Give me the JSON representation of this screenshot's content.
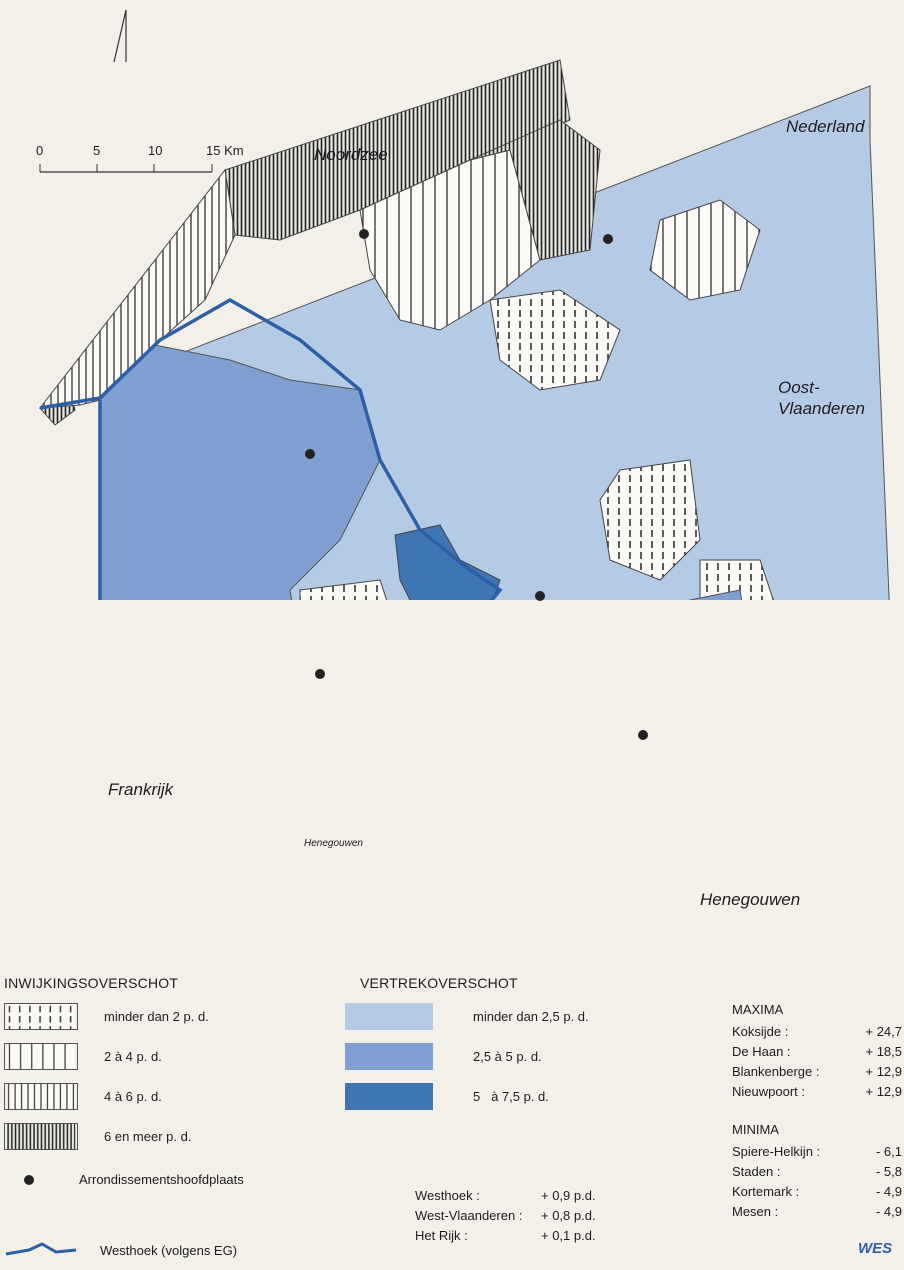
{
  "labels": {
    "noordzee": "Noordzee",
    "nederland": "Nederland",
    "oost_vlaanderen_1": "Oost-",
    "oost_vlaanderen_2": "Vlaanderen",
    "frankrijk": "Frankrijk",
    "henegouwen_small": "Henegouwen",
    "henegouwen": "Henegouwen"
  },
  "scale": {
    "ticks": [
      "0",
      "5",
      "10",
      "15 Km"
    ]
  },
  "legend": {
    "inwijking_title": "INWIJKINGSOVERSCHOT",
    "inwijking_items": [
      "minder dan 2 p. d.",
      "2 à 4 p. d.",
      "4 à 6 p. d.",
      "6 en meer p. d."
    ],
    "vertrek_title": "VERTREKOVERSCHOT",
    "vertrek_items": [
      "minder dan 2,5 p. d.",
      "2,5 à 5 p. d.",
      "5   à 7,5 p. d."
    ],
    "arrondissement": "Arrondissementshoofdplaats",
    "westhoek_line": "Westhoek (volgens EG)"
  },
  "colors": {
    "light": "#b5cbe5",
    "mid": "#7fa0d0",
    "dark": "#3f75b3",
    "border": "#2d5fa8",
    "white": "#fbfaf6"
  },
  "stats": [
    {
      "name": "Westhoek :",
      "value": "+ 0,9 p.d."
    },
    {
      "name": "West-Vlaanderen :",
      "value": "+ 0,8 p.d."
    },
    {
      "name": "Het Rijk :",
      "value": "+ 0,1 p.d."
    }
  ],
  "maxima_title": "MAXIMA",
  "maxima": [
    {
      "name": "Koksijde :",
      "value": "+ 24,7"
    },
    {
      "name": "De Haan :",
      "value": "+ 18,5"
    },
    {
      "name": "Blankenberge :",
      "value": "+ 12,9"
    },
    {
      "name": "Nieuwpoort :",
      "value": "+ 12,9"
    }
  ],
  "minima_title": "MINIMA",
  "minima": [
    {
      "name": "Spiere-Helkijn :",
      "value": "- 6,1"
    },
    {
      "name": "Staden :",
      "value": "- 5,8"
    },
    {
      "name": "Kortemark :",
      "value": "- 4,9"
    },
    {
      "name": "Mesen :",
      "value": "- 4,9"
    }
  ],
  "logo": "WES"
}
